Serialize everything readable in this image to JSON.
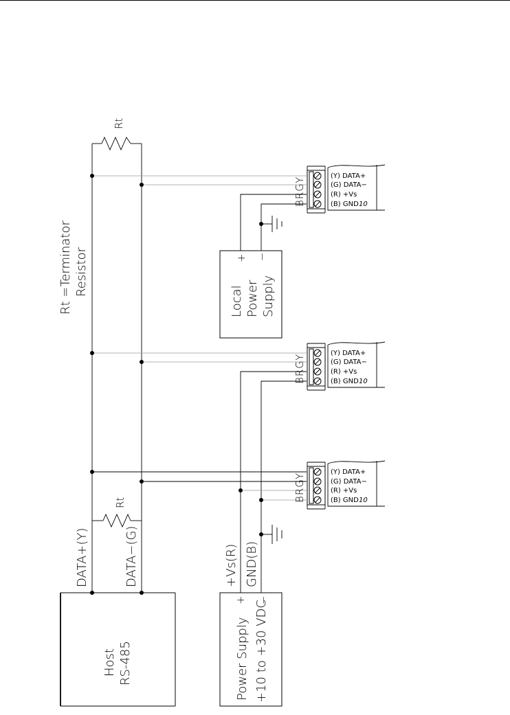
{
  "host": {
    "line1": "Host",
    "line2": "RS-485"
  },
  "main_supply": {
    "line1": "Power  Supply",
    "line2": "+10  to  +30 VDC",
    "plus": "+",
    "minus": "−"
  },
  "local_supply": {
    "line1": "Local",
    "line2": "Power",
    "line3": "Supply",
    "plus": "+",
    "minus": "−"
  },
  "bus_labels": {
    "data_plus": "DATA+(Y)",
    "data_minus": "DATA−(G)",
    "vs": "+Vs(R)",
    "gnd": "GND(B)"
  },
  "resistor_label": "Rt",
  "terminator_note": {
    "line1": "Rt =Terminator",
    "line2": "Resistor"
  },
  "connector": {
    "letters": "BRGY",
    "num": "10",
    "pins": [
      "(Y)  DATA+",
      "(G)  DATA−",
      "(R)  +Vs",
      "(B)  GND"
    ]
  }
}
